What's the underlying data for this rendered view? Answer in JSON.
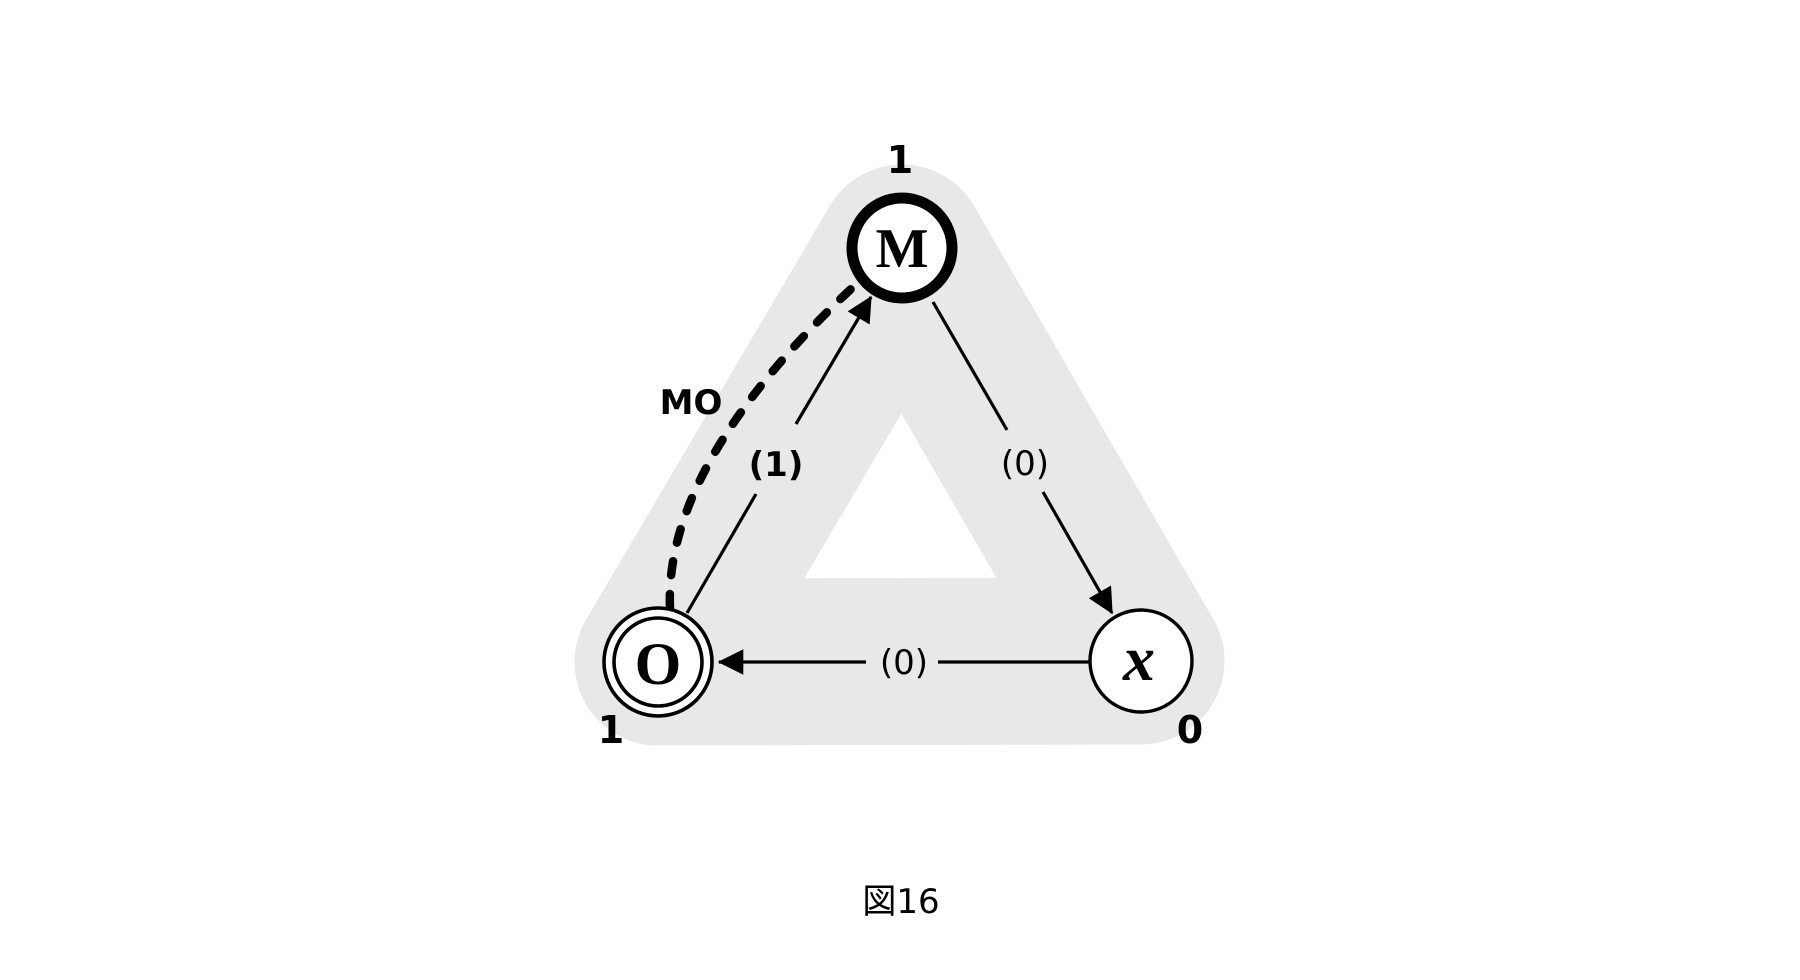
{
  "figure": {
    "caption": "図16",
    "band_color": "#e8e8e8",
    "ink_color": "#000000",
    "nodes": [
      {
        "id": "M",
        "label": "M",
        "value_label": "1",
        "ring_style": "thick-single-ring"
      },
      {
        "id": "O",
        "label": "O",
        "value_label": "1",
        "ring_style": "double-ring"
      },
      {
        "id": "x",
        "label": "x",
        "value_label": "0",
        "ring_style": "thin-single-ring"
      }
    ],
    "edges": [
      {
        "from": "O",
        "to": "M",
        "label": "(1)",
        "style": "solid-arrow"
      },
      {
        "from": "M",
        "to": "x",
        "label": "(0)",
        "style": "solid-arrow"
      },
      {
        "from": "x",
        "to": "O",
        "label": "(0)",
        "style": "solid-arrow"
      },
      {
        "from": "O",
        "to": "M",
        "label": "MO",
        "style": "dashed-curve"
      }
    ]
  }
}
